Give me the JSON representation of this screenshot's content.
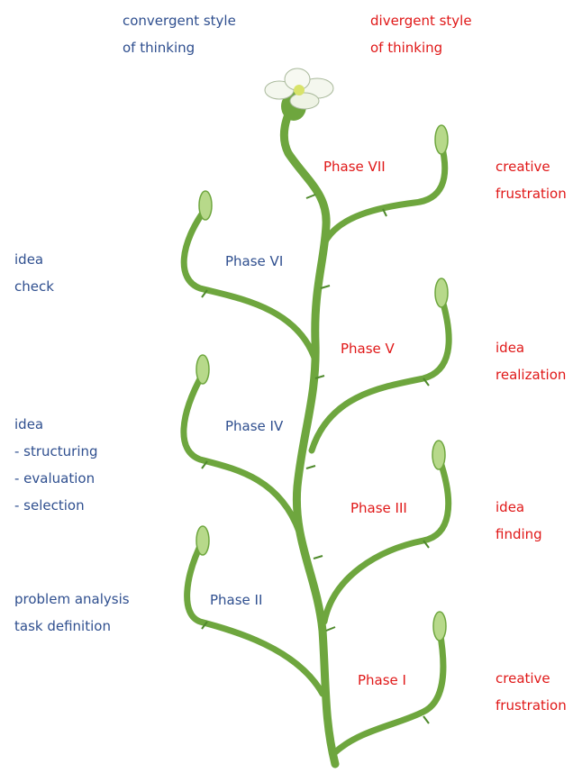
{
  "header": {
    "convergent": [
      "convergent style",
      "of thinking"
    ],
    "divergent": [
      "divergent style",
      "of thinking"
    ]
  },
  "phases": [
    "Phase I",
    "Phase II",
    "Phase III",
    "Phase IV",
    "Phase V",
    "Phase VI",
    "Phase VII"
  ],
  "right_notes": {
    "phase7": [
      "creative",
      "frustration"
    ],
    "phase5": [
      "idea",
      "realization"
    ],
    "phase3": [
      "idea",
      "finding"
    ],
    "phase1": [
      "creative",
      "frustration"
    ]
  },
  "left_notes": {
    "phase6": [
      "idea",
      "check"
    ],
    "phase4": [
      "idea",
      "- structuring",
      "- evaluation",
      "- selection"
    ],
    "phase2": [
      "problem analysis",
      "task definition"
    ]
  },
  "colors": {
    "convergent": "#2f4f8f",
    "divergent": "#e01818",
    "stem": "#7fb24a",
    "stem_dark": "#4f8a2c",
    "flower": "#f4f7ee"
  }
}
